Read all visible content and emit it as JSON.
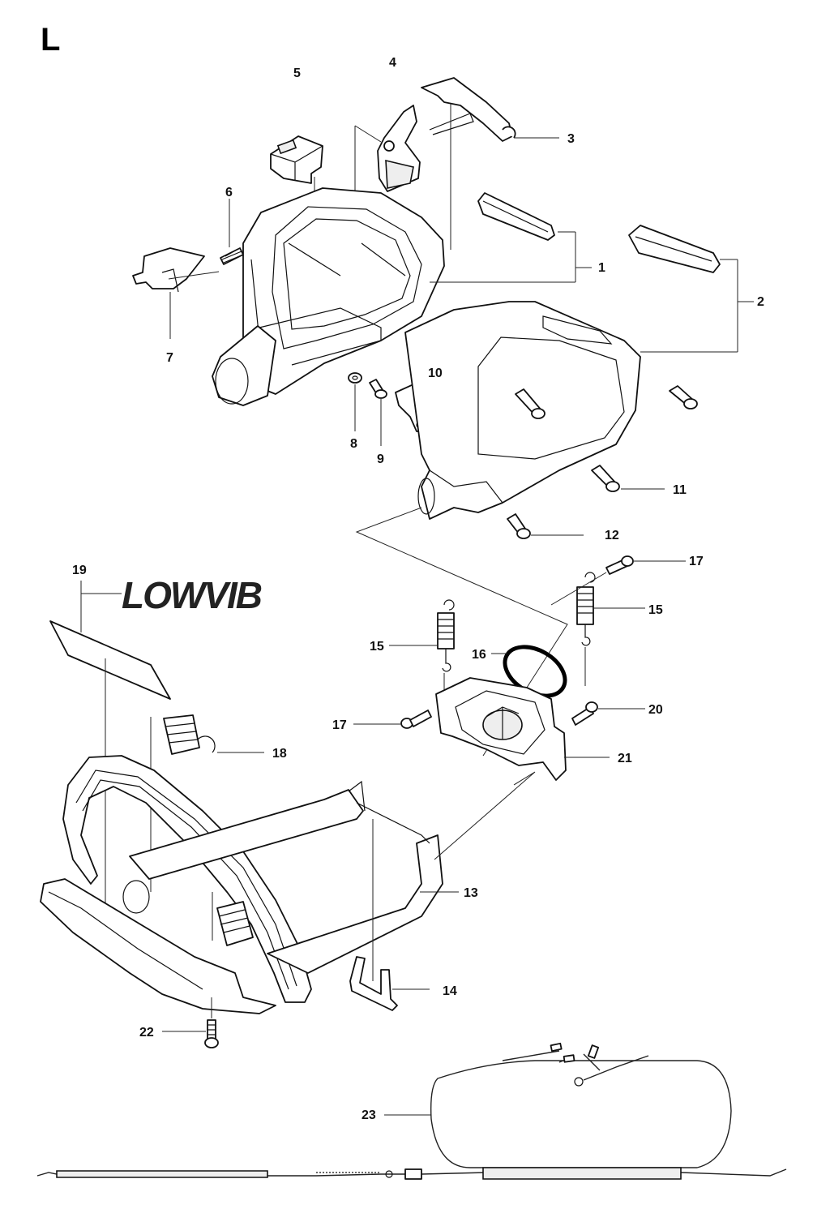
{
  "section_letter": "L",
  "decal_text": "LOWVIB",
  "callouts": [
    {
      "id": "1",
      "label": "1"
    },
    {
      "id": "2",
      "label": "2"
    },
    {
      "id": "3",
      "label": "3"
    },
    {
      "id": "4",
      "label": "4"
    },
    {
      "id": "5",
      "label": "5"
    },
    {
      "id": "6",
      "label": "6"
    },
    {
      "id": "7",
      "label": "7"
    },
    {
      "id": "8",
      "label": "8"
    },
    {
      "id": "9",
      "label": "9"
    },
    {
      "id": "10",
      "label": "10"
    },
    {
      "id": "11",
      "label": "11"
    },
    {
      "id": "12",
      "label": "12"
    },
    {
      "id": "13",
      "label": "13"
    },
    {
      "id": "14",
      "label": "14"
    },
    {
      "id": "15a",
      "label": "15"
    },
    {
      "id": "15b",
      "label": "15"
    },
    {
      "id": "16",
      "label": "16"
    },
    {
      "id": "17a",
      "label": "17"
    },
    {
      "id": "17b",
      "label": "17"
    },
    {
      "id": "18",
      "label": "18"
    },
    {
      "id": "19",
      "label": "19"
    },
    {
      "id": "20",
      "label": "20"
    },
    {
      "id": "21",
      "label": "21"
    },
    {
      "id": "22",
      "label": "22"
    },
    {
      "id": "23",
      "label": "23"
    }
  ]
}
